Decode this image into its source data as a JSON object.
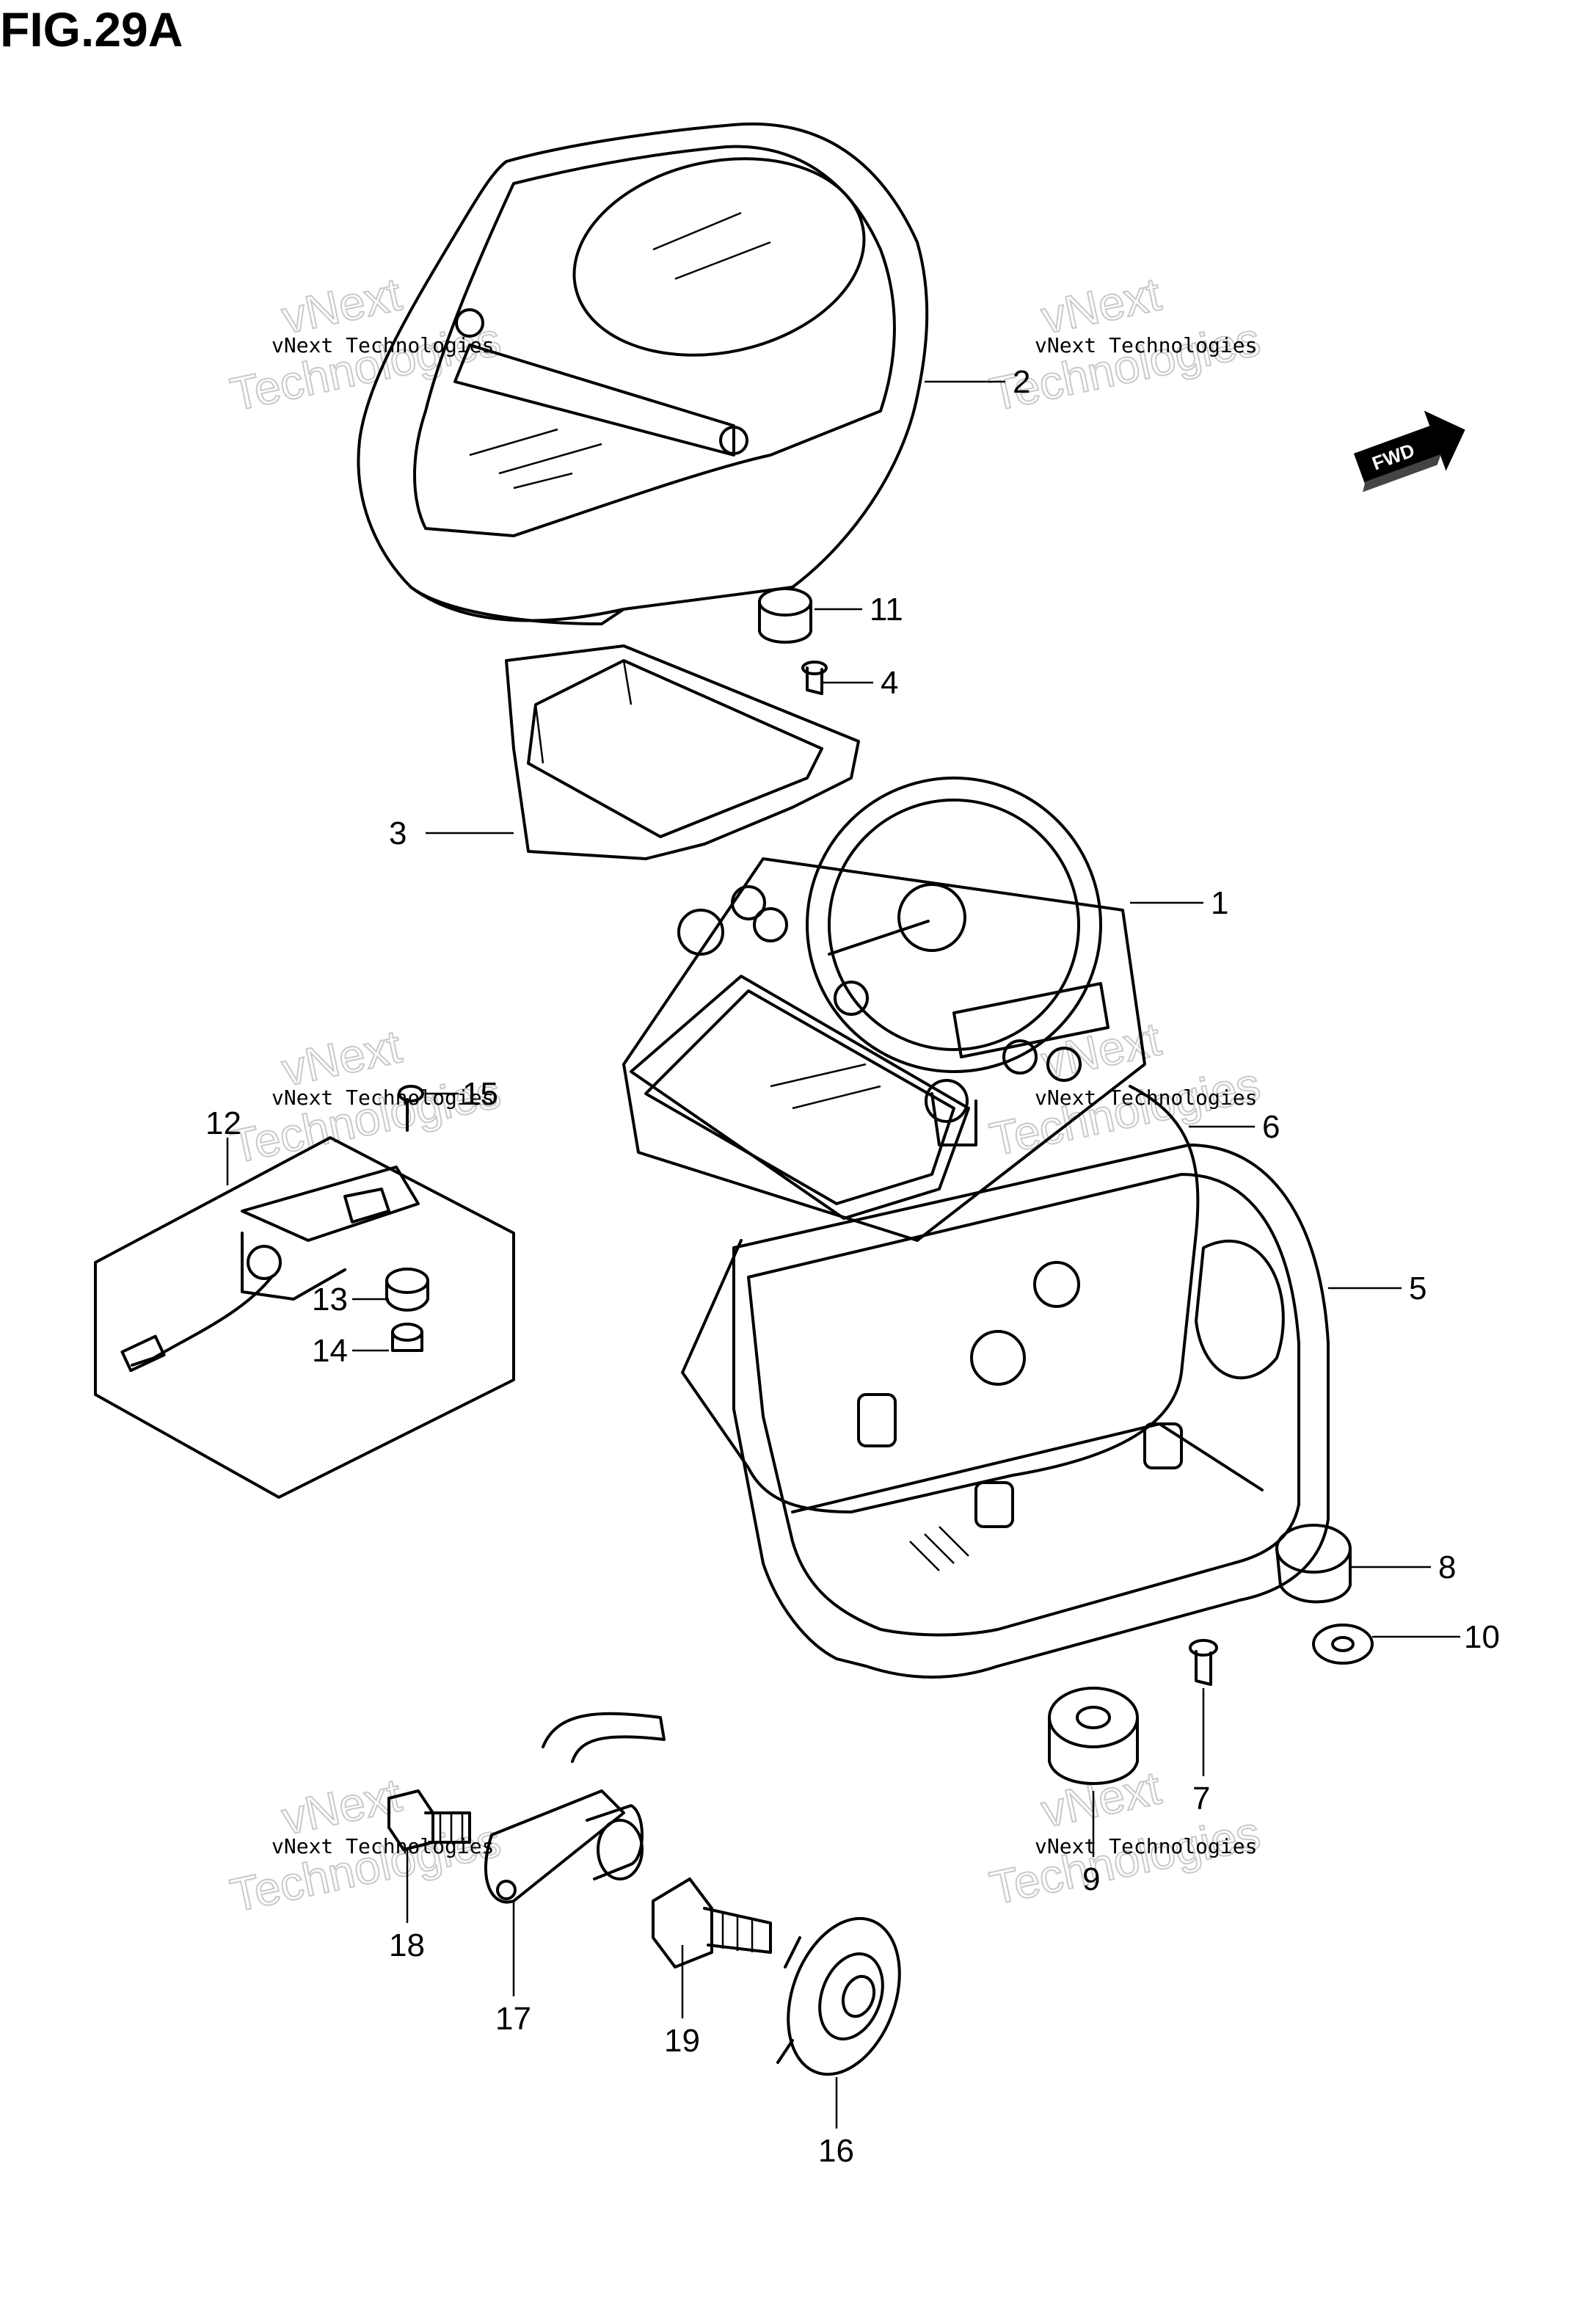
{
  "figure": {
    "title": "FIG.29A"
  },
  "direction_badge": {
    "label": "FWD",
    "icon": "forward-arrow-icon"
  },
  "callouts": [
    {
      "id": "callout-1",
      "number": "1"
    },
    {
      "id": "callout-2",
      "number": "2"
    },
    {
      "id": "callout-3",
      "number": "3"
    },
    {
      "id": "callout-4",
      "number": "4"
    },
    {
      "id": "callout-5",
      "number": "5"
    },
    {
      "id": "callout-6",
      "number": "6"
    },
    {
      "id": "callout-7",
      "number": "7"
    },
    {
      "id": "callout-8",
      "number": "8"
    },
    {
      "id": "callout-9",
      "number": "9"
    },
    {
      "id": "callout-10",
      "number": "10"
    },
    {
      "id": "callout-11",
      "number": "11"
    },
    {
      "id": "callout-12",
      "number": "12"
    },
    {
      "id": "callout-13",
      "number": "13"
    },
    {
      "id": "callout-14",
      "number": "14"
    },
    {
      "id": "callout-15",
      "number": "15"
    },
    {
      "id": "callout-16",
      "number": "16"
    },
    {
      "id": "callout-17",
      "number": "17"
    },
    {
      "id": "callout-18",
      "number": "18"
    },
    {
      "id": "callout-19",
      "number": "19"
    }
  ],
  "watermark": {
    "line_small": "vNext Technologies",
    "line_big_1": "vNext",
    "line_big_2": "Technologies"
  }
}
